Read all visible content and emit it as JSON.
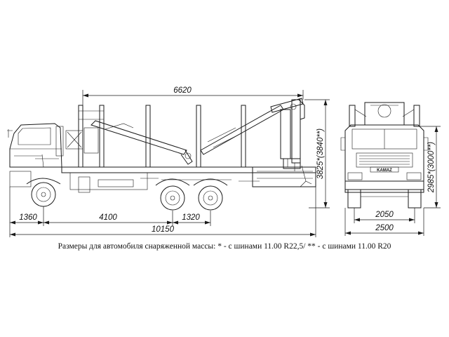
{
  "dimensions": {
    "top_length": "6620",
    "front_overhang": "1360",
    "wheelbase": "4100",
    "bogie_spacing": "1320",
    "overall_length": "10150",
    "side_height": "3825*(3840**)",
    "front_track": "2050",
    "overall_width": "2500",
    "front_height": "2985*(3000**)"
  },
  "caption": "Размеры для автомобиля снаряженной массы: * - с шинами 11.00 R22,5/ ** - с шинами 11.00 R20",
  "colors": {
    "line": "#1a1a1a",
    "background": "#ffffff"
  }
}
